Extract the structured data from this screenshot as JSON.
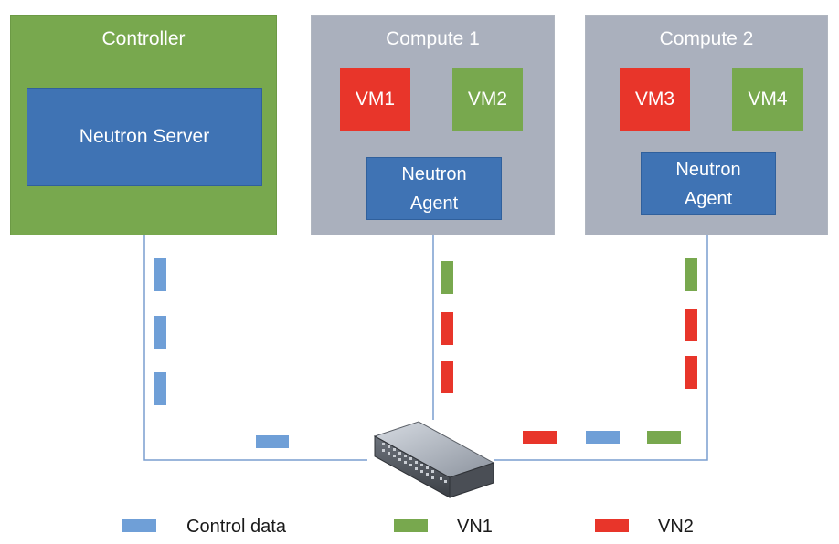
{
  "colors": {
    "controller": "#78a84e",
    "compute": "#aab0bd",
    "server": "#3f73b4",
    "vm_red": "#e8352a",
    "vm_green": "#78a84e",
    "control_data": "#6f9fd7",
    "vn1": "#78a84e",
    "vn2": "#e8352a",
    "link": "#7a9ecf"
  },
  "nodes": {
    "controller": {
      "title": "Controller",
      "server_label": "Neutron Server"
    },
    "compute1": {
      "title": "Compute 1",
      "vm_a": "VM1",
      "vm_b": "VM2",
      "agent_line1": "Neutron",
      "agent_line2": "Agent"
    },
    "compute2": {
      "title": "Compute 2",
      "vm_a": "VM3",
      "vm_b": "VM4",
      "agent_line1": "Neutron",
      "agent_line2": "Agent"
    }
  },
  "switch": {
    "icon": "network-switch-icon"
  },
  "legend": {
    "control_data": "Control data",
    "vn1": "VN1",
    "vn2": "VN2"
  }
}
